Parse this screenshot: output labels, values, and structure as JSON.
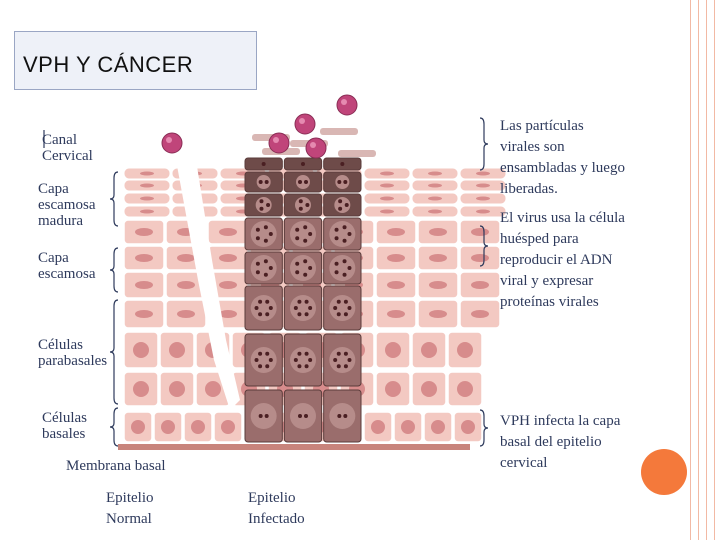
{
  "slide": {
    "title": "VPH Y CÁNCER"
  },
  "left_labels": {
    "canal": "Canal\nCervical",
    "capa_escamosa_madura": "Capa\nescamosa\nmadura",
    "capa_escamosa": "Capa\nescamosa",
    "celulas_parabasales": "Células\nparabasales",
    "celulas_basales": "Células\nbasales",
    "membrana_basal": "Membrana basal"
  },
  "bottom_labels": {
    "epitelio_normal": "Epitelio\nNormal",
    "epitelio_infectado": "Epitelio\nInfectado"
  },
  "right_labels": {
    "particulas": "Las partículas\nvirales son\nensambladas y luego\nliberadas.",
    "virus_usa": "El virus usa la célula\nhuésped para\nreproducir el ADN\nviral y expresar\nproteínas virales",
    "vph_infecta": "VPH infecta la capa\nbasal del epitelio\ncervical"
  },
  "colors": {
    "cell_normal": "#f3c9c2",
    "cell_border": "#ffffff",
    "nucleus_normal": "#d78c8c",
    "infected_cell": "#9a6d6c",
    "infected_dark": "#6e4b49",
    "virus": "#c0457a",
    "accent": "#f4793b"
  }
}
